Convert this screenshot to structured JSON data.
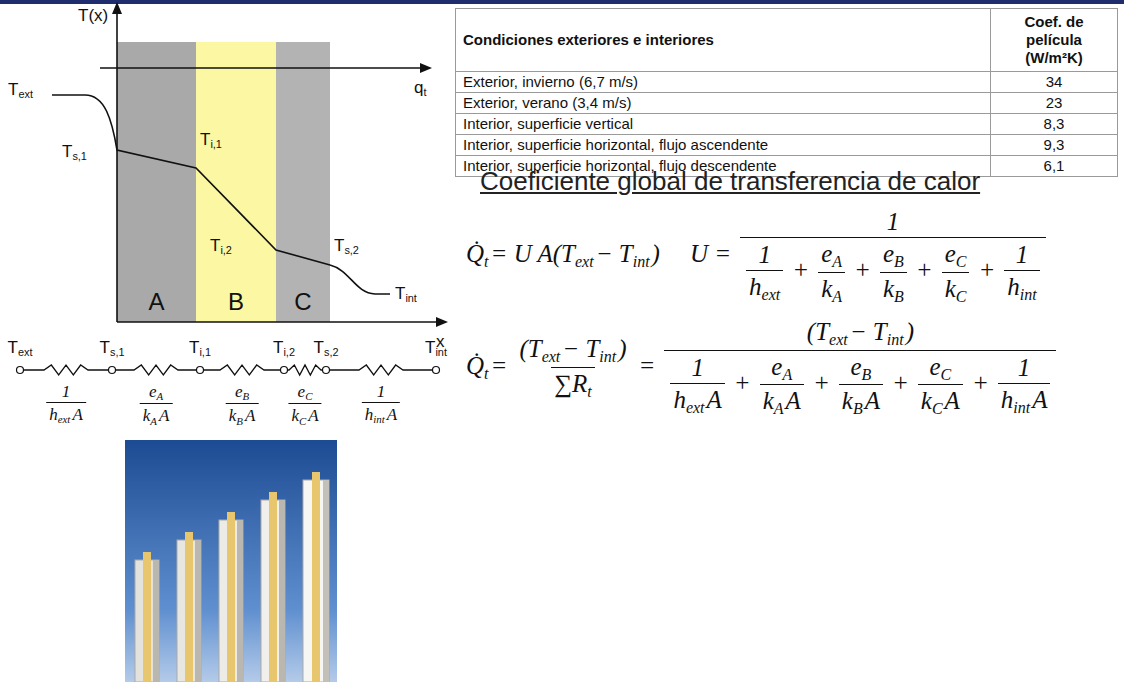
{
  "diagram": {
    "title": "Coeficiente global de transferencia de calor",
    "nodes": [
      {
        "text": [
          "A"
        ]
      },
      {
        "text": [
          "B"
        ]
      },
      {
        "text": [
          "C"
        ]
      }
    ],
    "labels": [
      "T(x)",
      "T",
      "ext",
      "T",
      "s,1",
      "T",
      "i,1",
      "T",
      "i,2",
      "T",
      "s,2",
      "T",
      "int",
      "q",
      "t",
      "x",
      "T",
      "ext",
      "T",
      "s,1",
      "T",
      "i,1",
      "T",
      "i,2",
      "T",
      "s,2",
      "T",
      "int",
      "1",
      "h",
      "ext",
      "A",
      "e",
      "A",
      "k",
      "A",
      "A",
      "e",
      "B",
      "k",
      "B",
      "A",
      "e",
      "C",
      "k",
      "C",
      "A",
      "1",
      "h",
      "int",
      "A",
      "Condiciones exteriores e interiores",
      "Coef. de película (W/m²K)",
      "Exterior, invierno (6,7 m/s)",
      "34",
      "Exterior, verano (3,4 m/s)",
      "23",
      "Interior, superficie vertical",
      "8,3",
      "Interior, superficie horizontal, flujo ascendente",
      "9,3",
      "Interior, superficie horizontal, flujo descendente",
      "6,1",
      "Q̇",
      "t",
      "= U A(T",
      "ext",
      "− T",
      "int",
      ")",
      "U =",
      "1",
      "1",
      "h",
      "ext",
      "+",
      "e",
      "A",
      "k",
      "A",
      "+",
      "e",
      "B",
      "k",
      "B",
      "+",
      "e",
      "C",
      "k",
      "C",
      "+",
      "1",
      "h",
      "int",
      "Q̇",
      "t",
      "=",
      "(T",
      "ext",
      "− T",
      "int",
      ")",
      "∑R",
      "t",
      "=",
      "(T",
      "ext",
      "− T",
      "int",
      ")",
      "1",
      "h",
      "ext",
      "A",
      "+",
      "e",
      "A",
      "k",
      "A",
      "A",
      "+",
      "e",
      "B",
      "k",
      "B",
      "A",
      "+",
      "e",
      "C",
      "k",
      "C",
      "A",
      "+",
      "1",
      "h",
      "int",
      "A"
    ]
  }
}
